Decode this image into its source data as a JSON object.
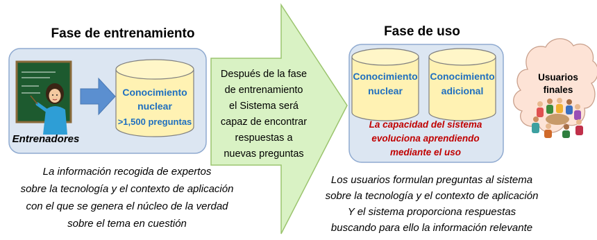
{
  "training": {
    "title": "Fase de entrenamiento",
    "trainers_label": "Entrenadores",
    "core_knowledge": {
      "line1": "Conocimiento",
      "line2": "nuclear",
      "line3": ">1,500 preguntas"
    },
    "caption": [
      "La información recogida de expertos",
      "sobre la tecnología y el contexto de aplicación",
      "con el que se genera el núcleo de la verdad",
      "sobre el tema en cuestión"
    ]
  },
  "transition": {
    "lines": [
      "Después de la fase",
      "de entrenamiento",
      "el Sistema será",
      "capaz de encontrar",
      "respuestas a",
      "nuevas preguntas"
    ]
  },
  "usage": {
    "title": "Fase de uso",
    "core": {
      "line1": "Conocimiento",
      "line2": "nuclear"
    },
    "additional": {
      "line1": "Conocimiento",
      "line2": "adicional"
    },
    "evolution": [
      "La capacidad del sistema",
      "evoluciona aprendiendo",
      "mediante el uso"
    ],
    "caption": [
      "Los usuarios formulan preguntas al sistema",
      "sobre la tecnología y el contexto de aplicación",
      "Y el sistema proporciona respuestas",
      "buscando para ello la información relevante"
    ]
  },
  "users": {
    "line1": "Usuarios",
    "line2": "finales"
  },
  "colors": {
    "panel_fill": "#dce6f2",
    "panel_stroke": "#7f9fc4",
    "cylinder_fill": "#fff2b3",
    "cylinder_stroke": "#7f7f7f",
    "arrow_fill": "#d9f2c4",
    "arrow_stroke": "#9bc46e",
    "blue_arrow": "#5b8fd0",
    "cloud_fill": "#fde3d6",
    "label_blue": "#1f6fbf",
    "evolution_red": "#c00000"
  },
  "icons": [
    "teacher-at-blackboard-icon",
    "blue-right-arrow-icon",
    "users-group-icon"
  ]
}
